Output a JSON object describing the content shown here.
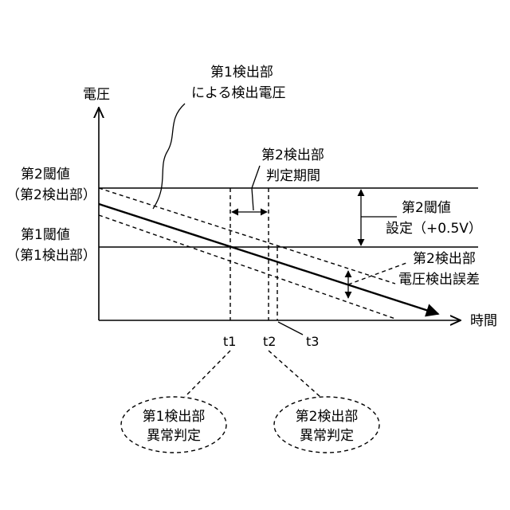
{
  "axes": {
    "y_label": "電圧",
    "x_label": "時間"
  },
  "thresholds": {
    "second_line1": "第2閾値",
    "second_line2": "（第2検出部）",
    "first_line1": "第1閾値",
    "first_line2": "（第1検出部）"
  },
  "annotations": {
    "voltage_line1": "第1検出部",
    "voltage_line2": "による検出電圧",
    "period_line1": "第2検出部",
    "period_line2": "判定期間",
    "setting_line1": "第2閾値",
    "setting_line2": "設定（+0.5V）",
    "error_line1": "第2検出部",
    "error_line2": "電圧検出誤差"
  },
  "times": {
    "t1": "t1",
    "t2": "t2",
    "t3": "t3"
  },
  "bubbles": {
    "first_line1": "第1検出部",
    "first_line2": "異常判定",
    "second_line1": "第2検出部",
    "second_line2": "異常判定"
  }
}
